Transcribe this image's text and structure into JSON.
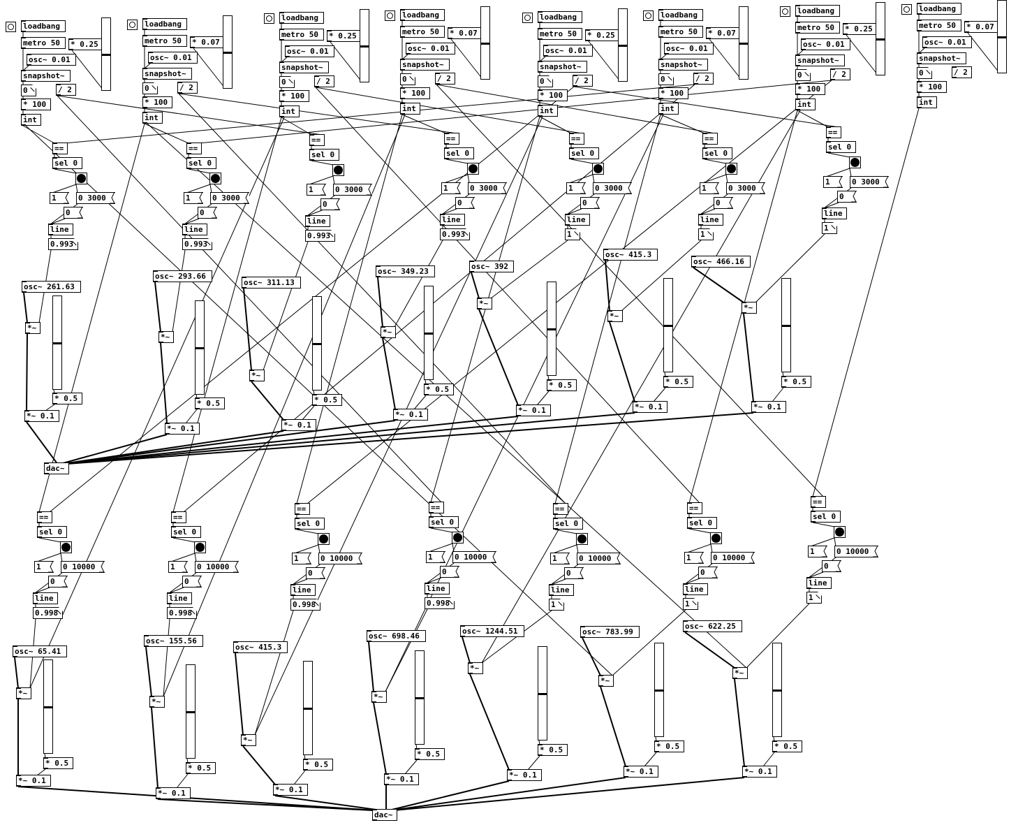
{
  "window": {
    "background": "#ffffff",
    "ink": "#000000"
  },
  "labels": {
    "loadbang": "loadbang",
    "metro": "metro 50",
    "osc_lfo": "osc~ 0.01",
    "snapshot": "snapshot~",
    "zero": "0",
    "div2": "/ 2",
    "mul100": "* 100",
    "int": "int",
    "eq": "==",
    "sel0": "sel 0",
    "one": "1",
    "msg3000": "0 3000",
    "msg10000": "0 10000",
    "line": "line",
    "v993": "0.993",
    "v998": "0.998",
    "mulsig": "*~",
    "mulsig01": "*~ 0.1",
    "mul05": "* 0.5",
    "dac": "dac~"
  },
  "top_row": [
    {
      "mul": "* 0.25"
    },
    {
      "mul": "* 0.07"
    },
    {
      "mul": "* 0.25"
    },
    {
      "mul": "* 0.07"
    },
    {
      "mul": "* 0.25"
    },
    {
      "mul": "* 0.07"
    },
    {
      "mul": "* 0.25"
    },
    {
      "mul": "* 0.07"
    }
  ],
  "voices_a": [
    {
      "osc": "osc~ 261.63",
      "level_value": "0.993"
    },
    {
      "osc": "osc~ 293.66",
      "level_value": "0.993"
    },
    {
      "osc": "osc~ 311.13",
      "level_value": "0.993"
    },
    {
      "osc": "osc~ 349.23",
      "level_value": "0.993"
    },
    {
      "osc": "osc~ 392",
      "level_value": "1"
    },
    {
      "osc": "osc~ 415.3",
      "level_value": "1"
    },
    {
      "osc": "osc~ 466.16",
      "level_value": "1"
    }
  ],
  "voices_b": [
    {
      "osc": "osc~ 65.41",
      "level_value": "0.998"
    },
    {
      "osc": "osc~ 155.56",
      "level_value": "0.998"
    },
    {
      "osc": "osc~ 415.3",
      "level_value": "0.998"
    },
    {
      "osc": "osc~ 698.46",
      "level_value": "0.998"
    },
    {
      "osc": "osc~ 1244.51",
      "level_value": "1"
    },
    {
      "osc": "osc~ 783.99",
      "level_value": "1"
    },
    {
      "osc": "osc~ 622.25",
      "level_value": "1"
    }
  ],
  "sliders": {
    "top_levels": [
      0.5,
      0.5,
      0.5,
      0.5,
      0.5,
      0.5,
      0.5,
      0.5
    ],
    "voice_a_levels": [
      0.5,
      0.5,
      0.5,
      0.5,
      0.5,
      0.5,
      0.5
    ],
    "voice_b_levels": [
      0.5,
      0.5,
      0.5,
      0.5,
      0.5,
      0.5,
      0.5
    ]
  }
}
